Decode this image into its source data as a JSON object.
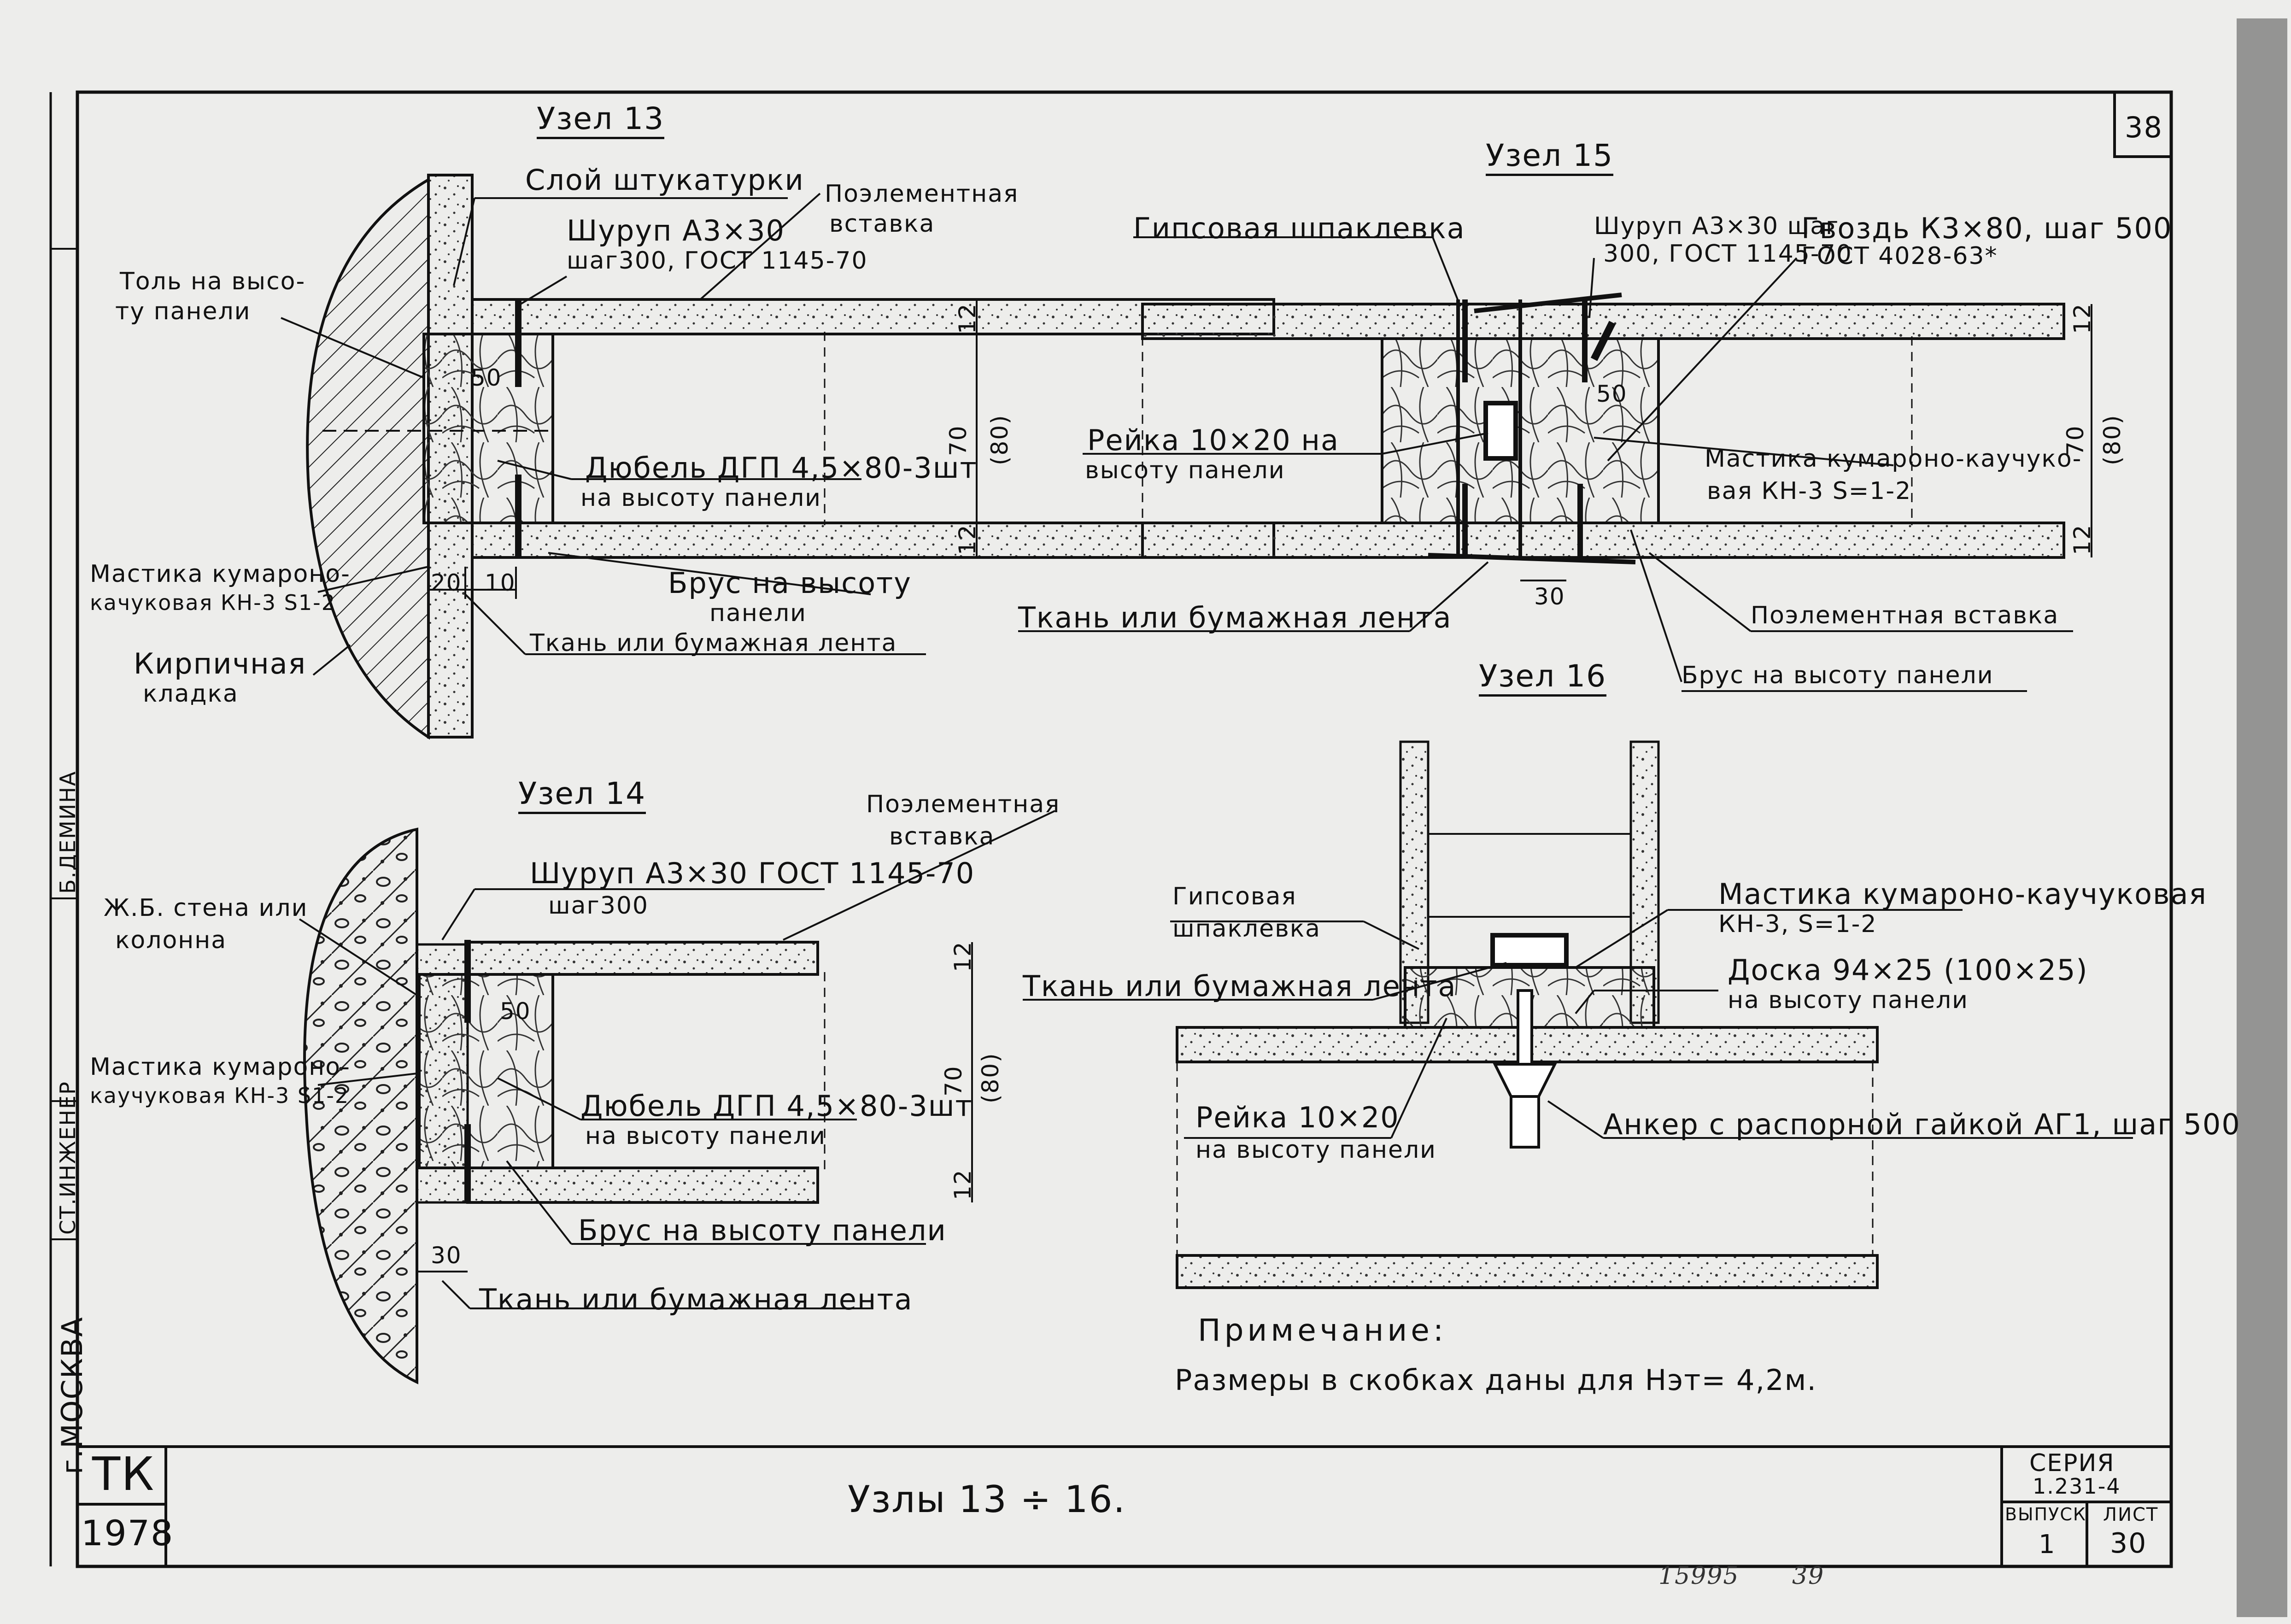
{
  "sheet": {
    "sheet_number_top": "38",
    "city": "г.МОСКВА",
    "stamp": {
      "role_1": "СТ.ИНЖЕНЕР",
      "name_1": "Б.ДЕМИНА"
    }
  },
  "title_block": {
    "org": "ТК",
    "year": "1978",
    "title": "Узлы 13 ÷ 16.",
    "series_label": "СЕРИЯ",
    "series_value": "1.231-4",
    "issue_label": "ВЫПУСК",
    "issue_value": "1",
    "sheet_label": "ЛИСТ",
    "sheet_value": "30",
    "handwritten_1": "15995",
    "handwritten_2": "39"
  },
  "node13": {
    "title": "Узел 13",
    "plaster": "Слой штукатурки",
    "insert_1": "Поэлементная",
    "insert_2": "вставка",
    "screw_1": "Шуруп А3×30",
    "screw_2": "шаг300, ГОСТ 1145-70",
    "tar_1": "Толь на высо-",
    "tar_2": "ту панели",
    "dowel_1": "Дюбель ДГП 4,5×80-3шт",
    "dowel_2": "на высоту панели",
    "mastic_1": "Мастика кумароно-",
    "mastic_2": "качуковая КН-3 S1-2",
    "beam_1": "Брус на высоту",
    "beam_2": "панели",
    "tape": "Ткань или бумажная лента",
    "brick_1": "Кирпичная",
    "brick_2": "кладка",
    "d50": "50",
    "d20": "20",
    "d10": "10",
    "d12a": "12",
    "d70": "70",
    "d80": "(80)",
    "d12b": "12"
  },
  "node14": {
    "title": "Узел 14",
    "insert_1": "Поэлементная",
    "insert_2": "вставка",
    "screw_1": "Шуруп А3×30 ГОСТ 1145-70",
    "screw_2": "шаг300",
    "wall_1": "Ж.Б. стена или",
    "wall_2": "колонна",
    "dowel_1": "Дюбель ДГП 4,5×80-3шт",
    "dowel_2": "на высоту панели",
    "mastic_1": "Мастика кумароно-",
    "mastic_2": "каучуковая КН-3 S1-2",
    "beam": "Брус на высоту панели",
    "tape": "Ткань или бумажная лента",
    "d50": "50",
    "d30": "30",
    "d12a": "12",
    "d70": "70",
    "d80": "(80)",
    "d12b": "12"
  },
  "node15": {
    "title": "Узел 15",
    "putty": "Гипсовая шпаклевка",
    "screw_1": "Шуруп А3×30 шаг",
    "screw_2": "300, ГОСТ 1145-70",
    "nail_1": "Гвоздь К3×80, шаг 500",
    "nail_2": "ГОСТ 4028-63*",
    "rail_1": "Рейка 10×20 на",
    "rail_2": "высоту панели",
    "mastic_1": "Мастика кумароно-каучуко-",
    "mastic_2": "вая КН-3 S=1-2",
    "tape": "Ткань или бумажная лента",
    "insert": "Поэлементная вставка",
    "beam": "Брус на высоту панели",
    "d50": "50",
    "d30": "30",
    "d12a": "12",
    "d70": "70",
    "d80": "(80)",
    "d12b": "12"
  },
  "node16": {
    "title": "Узел 16",
    "putty_1": "Гипсовая",
    "putty_2": "шпаклевка",
    "mastic_1": "Мастика кумароно-каучуковая",
    "mastic_2": "КН-3, S=1-2",
    "tape": "Ткань или бумажная лента",
    "board_1": "Доска 94×25 (100×25)",
    "board_2": "на высоту панели",
    "rail_1": "Рейка 10×20",
    "rail_2": "на высоту панели",
    "anchor": "Анкер с распорной гайкой АГ1, шаг 500"
  },
  "note": {
    "heading": "Примечание:",
    "text": "Размеры в скобках даны для Нэт= 4,2м."
  }
}
